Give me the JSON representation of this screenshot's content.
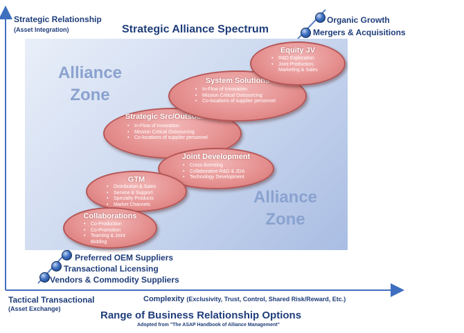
{
  "title": "Strategic Alliance Spectrum",
  "y_axis": {
    "label": "Strategic Relationship",
    "sublabel": "(Asset Integration)"
  },
  "x_axis": {
    "origin_label": "Tactical Transactional",
    "origin_sublabel": "(Asset Exchange)",
    "label": "Complexity",
    "label_detail": "(Exclusivity, Trust, Control, Shared Risk/Reward, Etc.)"
  },
  "footer": {
    "title": "Range of Business Relationship Options",
    "source": "Adopted from \"The ASAP Handbook of Alliance Management\""
  },
  "zone_labels": {
    "top_left": [
      "Alliance",
      "Zone"
    ],
    "bottom_right": [
      "Alliance",
      "Zone"
    ]
  },
  "top_options": [
    "Organic Growth",
    "Mergers & Acquisitions"
  ],
  "bottom_options": [
    "Preferred OEM Suppliers",
    "Transactional Licensing",
    "Vendors & Commodity Suppliers"
  ],
  "ellipses": {
    "collaborations": {
      "title": "Collaborations",
      "items": [
        "Co-Production",
        "Co-Promotion",
        "Teaming & Joint Bidding"
      ]
    },
    "gtm": {
      "title": "GTM",
      "items": [
        "Distribution & Sales",
        "Service & Support",
        "Specialty Products",
        "Market Channels"
      ]
    },
    "joint_development": {
      "title": "Joint Development",
      "items": [
        "Cross-licensing",
        "Collaborative R&D & JDA",
        "Technology Development"
      ]
    },
    "strategic_src": {
      "title": "Strategic Src/Outsourcing",
      "items": [
        "In-Flow of Innovation",
        "Mission Critical Outsourcing",
        "Co-locations of supplier personnel"
      ]
    },
    "system_solutions": {
      "title": "System Solutions",
      "items": [
        "In-Flow of Innovation",
        "Mission Critical Outsourcing",
        "Co-locations of supplier personnel"
      ]
    },
    "equity_jv": {
      "title": "Equity JV",
      "items": [
        "R&D Exploration",
        "Joint Production, Marketing & Sales"
      ]
    }
  },
  "colors": {
    "text": "#1f3d7a",
    "ellipse_fill": "#e58f8f",
    "zone": "#c9d6ee",
    "axis": "#3f6fbf"
  }
}
